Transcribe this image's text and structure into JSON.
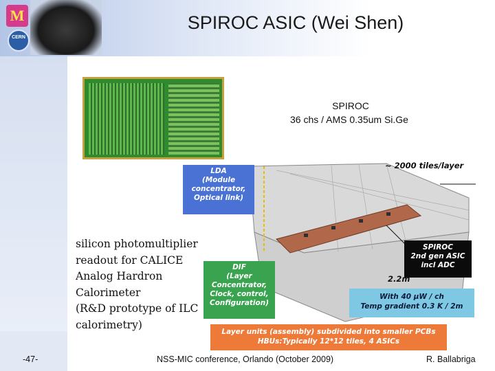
{
  "slide": {
    "title": "SPIROC ASIC (Wei Shen)",
    "logo_letter": "M",
    "logo2_text": "CERN",
    "spiroc_label": "SPIROC",
    "spiroc_spec": "36 chs  / AMS 0.35um Si.Ge",
    "tiles_label": "~ 2000 tiles/layer",
    "lda_lines": [
      "LDA",
      "(Module",
      "concentrator,",
      "Optical link)"
    ],
    "dif_lines": [
      "DIF",
      "(Layer",
      "Concentrator,",
      "Clock, control,",
      "Configuration)"
    ],
    "spiroc_box_lines": [
      "SPIROC",
      "2nd gen ASIC",
      "incl ADC"
    ],
    "length_label": "2.2m",
    "power_lines": [
      "With 40 µW / ch",
      "Temp gradient 0.3 K / 2m"
    ],
    "units_lines": [
      "Layer units (assembly) subdivided into smaller PCBs",
      "HBUs:Typically 12*12 tiles, 4 ASICs"
    ],
    "caption_lines": [
      "silicon photomultiplier",
      "readout for CALICE",
      "Analog Hardron",
      "Calorimeter",
      "(R&D prototype of ILC",
      "calorimetry)"
    ]
  },
  "footer": {
    "page_number": "-47-",
    "conference": "NSS-MIC conference, Orlando (October 2009)",
    "author": "R. Ballabriga"
  },
  "colors": {
    "header_gradient_start": "#b3c5e6",
    "lda_box": "#4a72d4",
    "dif_box": "#39a34f",
    "spiroc_box": "#0b0b0b",
    "power_box": "#7ec8e3",
    "units_box": "#ee7a3a"
  }
}
